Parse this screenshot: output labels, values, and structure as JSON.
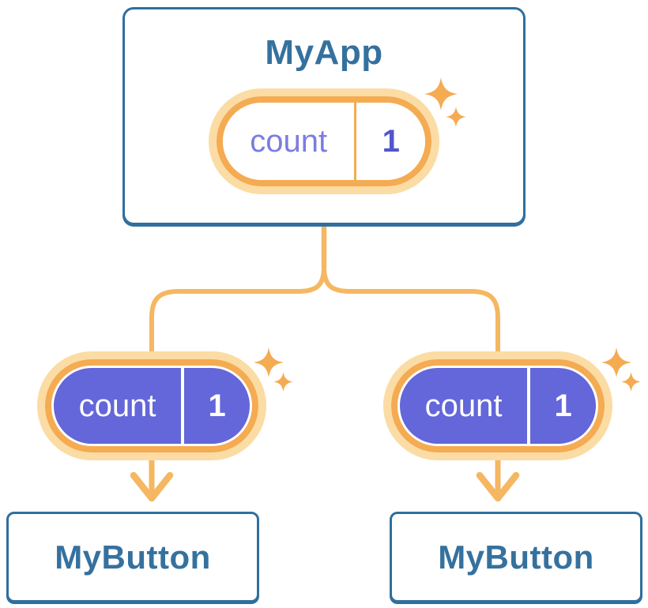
{
  "diagram": {
    "root": {
      "title": "MyApp",
      "state": {
        "label": "count",
        "value": "1"
      }
    },
    "children": [
      {
        "title": "MyButton",
        "prop": {
          "label": "count",
          "value": "1"
        }
      },
      {
        "title": "MyButton",
        "prop": {
          "label": "count",
          "value": "1"
        }
      }
    ],
    "icons": [
      "sparkles-icon",
      "arrow-down-icon"
    ],
    "colors": {
      "card_border": "#2F6F9E",
      "card_text": "#35719E",
      "card_bg": "#FFFFFF",
      "connector_orange": "#F5B761",
      "pill_ring_orange": "#F4AB52",
      "pill_glow": "#FBDCA4",
      "pill_fill_child": "#6367D9",
      "pill_label_root": "#7B7DE1",
      "pill_value_root": "#5355CB",
      "pill_text_child": "#FFFFFF",
      "sparkle": "#F4AB52"
    }
  }
}
